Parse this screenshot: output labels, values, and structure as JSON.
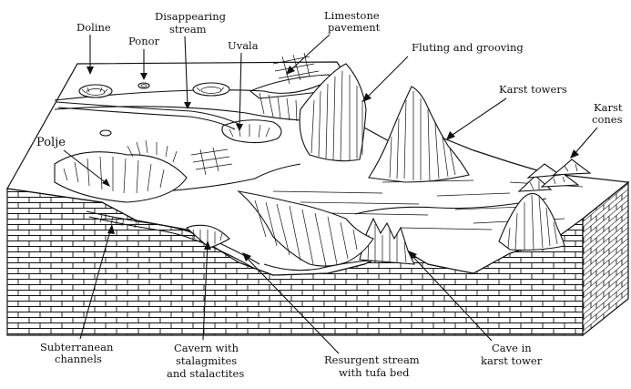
{
  "labels": {
    "doline": "Doline",
    "ponor": "Ponor",
    "disappearing_stream_1": "Disappearing",
    "disappearing_stream_2": "stream",
    "uvala": "Uvala",
    "limestone_pavement_1": "Limestone",
    "limestone_pavement_2": "pavement",
    "fluting_and_grooving": "Fluting and grooving",
    "karst_towers": "Karst towers",
    "karst_cones_1": "Karst",
    "karst_cones_2": "cones",
    "polje": "Polje",
    "subterranean_channels_1": "Subterranean",
    "subterranean_channels_2": "channels",
    "cavern_1": "Cavern with",
    "cavern_2": "stalagmites",
    "cavern_3": "and stalactites",
    "resurgent_stream_1": "Resurgent stream",
    "resurgent_stream_2": "with tufa bed",
    "cave_in_karst_tower_1": "Cave in",
    "cave_in_karst_tower_2": "karst tower"
  }
}
